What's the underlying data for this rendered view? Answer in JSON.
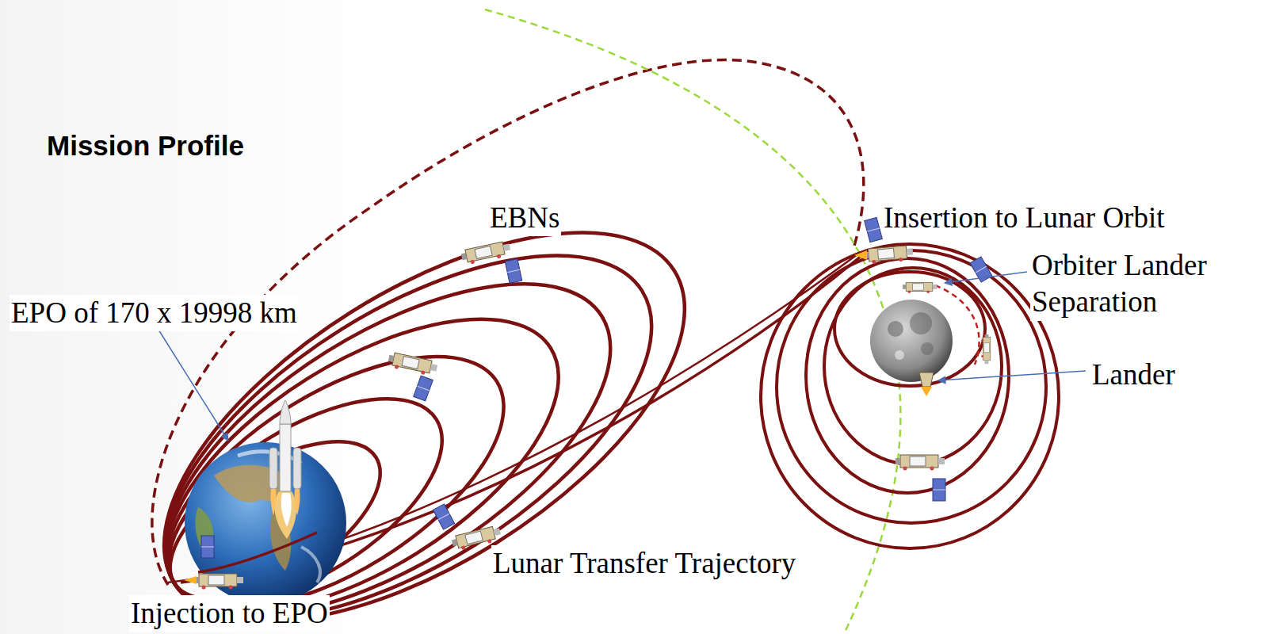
{
  "diagram": {
    "title": "Mission Profile",
    "labels": [
      "EBNs",
      "EPO of 170 x 19998 km",
      "Insertion to Lunar Orbit",
      "Orbiter Lander Separation",
      "Lander",
      "Lunar Transfer Trajectory",
      "Injection to EPO"
    ]
  }
}
